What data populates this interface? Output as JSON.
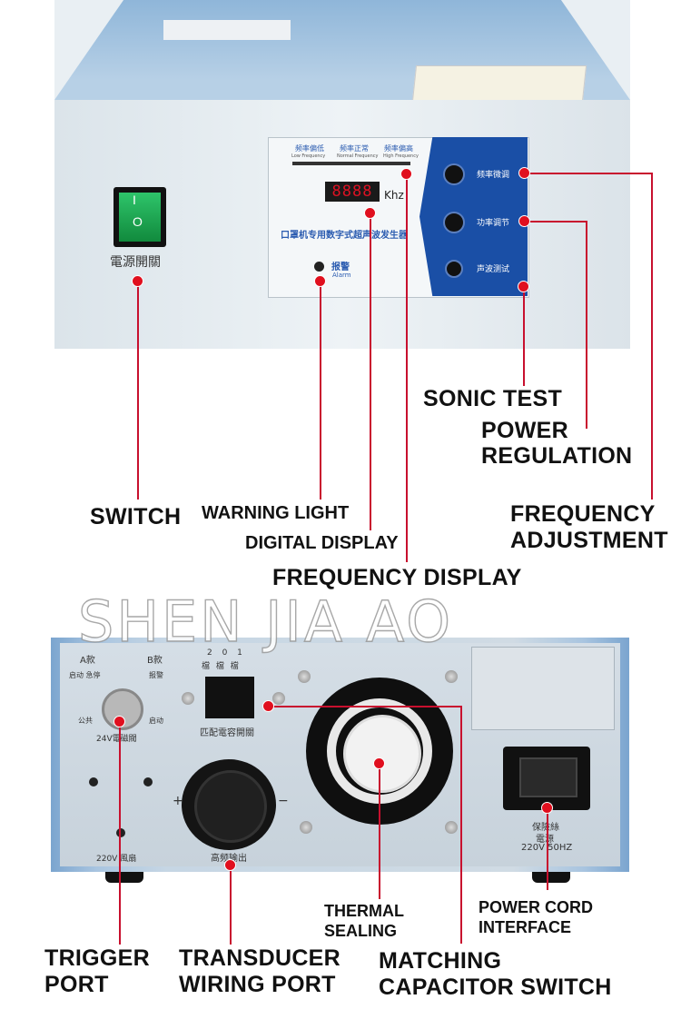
{
  "watermark": "SHEN JIA AO",
  "top_device": {
    "switch_label": "電源開關",
    "switch_on": "I",
    "switch_off": "O",
    "display_unit": "Khz",
    "display_value": "8888",
    "panel_title": "口罩机专用数字式超声波发生器",
    "freq_low": "频率偏低",
    "freq_normal": "频率正常",
    "freq_high": "频率偏高",
    "freq_low_en": "Low Frequency",
    "freq_normal_en": "Normal Frequency",
    "freq_high_en": "High Frequency",
    "alarm_cn": "报警",
    "alarm_en": "Alarm",
    "knob1": "频率微调",
    "knob2": "功率调节",
    "knob3": "声波测试"
  },
  "bottom_device": {
    "a_label": "A款",
    "b_label": "B款",
    "start_stop": "启动 急停",
    "alarm": "报警",
    "common": "公共",
    "start": "启动",
    "solenoid": "24V電磁閥",
    "fan": "220V 風扇",
    "gear_numbers": "2  0  1",
    "gear_label": "檔 檔 檔",
    "capacitor_switch": "匹配電容開關",
    "hf_output": "高频输出",
    "fuse": "保險絲",
    "power": "電源",
    "voltage": "220V 50HZ",
    "plus": "+",
    "minus": "−"
  },
  "callouts": {
    "sonic_test": "SONIC TEST",
    "power_regulation_1": "POWER",
    "power_regulation_2": "REGULATION",
    "switch": "SWITCH",
    "warning_light": "WARNING LIGHT",
    "frequency_adjustment_1": "FREQUENCY",
    "frequency_adjustment_2": "ADJUSTMENT",
    "digital_display": "DIGITAL DISPLAY",
    "frequency_display": "FREQUENCY DISPLAY",
    "thermal_sealing_1": "THERMAL",
    "thermal_sealing_2": "SEALING",
    "power_cord_1": "POWER CORD",
    "power_cord_2": "INTERFACE",
    "trigger_1": "TRIGGER",
    "trigger_2": "PORT",
    "transducer_1": "TRANSDUCER",
    "transducer_2": "WIRING PORT",
    "matching_1": "MATCHING",
    "matching_2": "CAPACITOR SWITCH"
  },
  "colors": {
    "callout_dot": "#e00f1e",
    "callout_line": "#c8102e",
    "device_blue": "#1a4fa6"
  }
}
